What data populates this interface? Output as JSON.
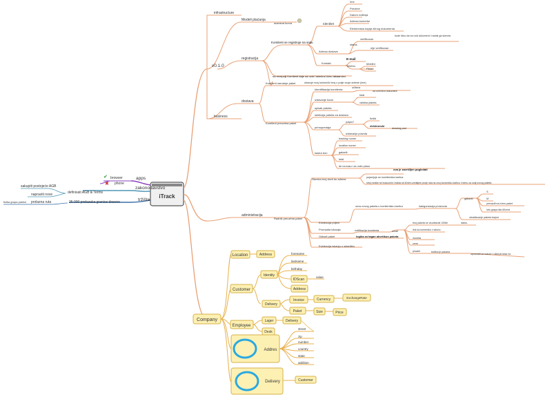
{
  "central": "iTrack",
  "left": {
    "apps": {
      "label": "apps",
      "browser": "browser",
      "phone": "phone"
    },
    "law": {
      "label": "zakonodavstvo",
      "agb": "definisati AGB & Terms",
      "sakupiti": "sakupiti postojeće AGB",
      "napraviti": "napraviti nove"
    },
    "market": {
      "label": "tržište",
      "pkg": "25.000 prelazaka granice dnevno",
      "pro": "prolazna ruta",
      "ppl": "fizika grupa putnici"
    }
  },
  "v010": {
    "label": "v0.1.0",
    "infrastructure": "infrastructure",
    "modeli": "Modeli plaćanja",
    "avansna": "avansna kurva",
    "registracija": {
      "label": "registracija",
      "komitent": "Komitent se registruje na sajtu",
      "recepcija": "na recepciji Komitent daje na uvid i skenira Ličnu takaamivu",
      "identitet": "Identitet",
      "id_items": [
        "Ime",
        "Prezime",
        "Datum rođenja",
        "Adresa komerke",
        "Elektronska kopija ličnog dokumenta"
      ],
      "status": "status",
      "verifikovan": "verifikovan",
      "verif_note": "bude lično da na uvid dokument i radnik ga skenira",
      "nije": "nije verifikovan",
      "adresa_dostave": "Adresa dostave",
      "kontakt": "Kontakt",
      "email": "E-mail",
      "telefon": "Telefon",
      "mobilni": "Mobilni",
      "fiksni": "Fiksni"
    },
    "business": {
      "label": "business",
      "dostava": "dostava",
      "naruje": "Komitent naruduje paket",
      "ubacuje": "ubacuje svoj korisnički broj u polje svoje adrese (ime)",
      "preuzima": "Komitent preuzima paket",
      "identifikacija": "Identifikacija komitenta",
      "izdavanje": "izdavanje",
      "ucitava": "učitava",
      "ucitava_note": "na uvid lični dokument",
      "izdavanje_koda": "izdavanje koda",
      "total": "total",
      "validna": "validna paketa",
      "spisak": "spisak paketa",
      "selekcija": "selekcija paketa za dostavu",
      "primopredaja": "primopredaja",
      "potpis": "potpis?",
      "fizicki": "fizički",
      "elektronski": "elektronski",
      "drawing": "drawing pad",
      "odrana": "izdravanje potvrda",
      "kasa": "kasira bon",
      "kasa_items": [
        "tracking numer",
        "location numer",
        "gabariti",
        "total",
        "de na kasu i za onlin plaća"
      ],
      "zaviti": "ova je završiljen pogledati"
    },
    "admin": {
      "label": "administracija",
      "radnik": "Radnik preuzima paket",
      "skenira": "Skenira broj dovil do adrese",
      "pojavljuje": "pojavljuje se komitenška kartica",
      "pretraga": "stroj moške se busuomin i baida se ličnim uređajem proje oka na ovoj koncedicu karticu i hemu za ovaj novog paketa",
      "evidencija": "Evidencija prijem",
      "unos": "unos novog paketa u komitentsku karticu",
      "kategorizacija": "kategorizacija proizvoda",
      "gabariti": "gabariti",
      "sub": [
        "S",
        "M",
        "prevaziti na ivirno paket",
        "lofo grapa ikls 60cent",
        "obrađavanje paketa tvojom"
      ],
      "promedba": "Promadia lokacija",
      "notifikacija": "notifikacija komitenta",
      "email": "email",
      "email_items": [
        "broj paketa se vicuilnkrati 100lle",
        "link ka komentku i računu",
        "moneta",
        "cene",
        "prsaldi"
      ],
      "datos": "datos.",
      "popup": "butikoi je pasana",
      "popup_note": "upovrediti se kasunt i i dikti pit kasa na",
      "odlazak": "Odlazit paket",
      "logika": "logika za tagan abvrtikus paketa",
      "evid_isk": "Evidencija iskanju u skladištu"
    }
  },
  "company": {
    "label": "Company",
    "location": "Location",
    "address": "Address",
    "customer": "Customer",
    "cust_fields": [
      "forename",
      "lastname",
      "birthday"
    ],
    "identity": "Identity",
    "idscan": "IDScan",
    "value": "value",
    "address2": "Address",
    "delivery": "Delivery",
    "invoice": "Invoice",
    "currency": "Currency",
    "exchange": "ExchangeRate",
    "paket": "Paket",
    "size": "Size",
    "price": "Price",
    "employee": "Employee",
    "lager": "Lager",
    "delivery2": "Delivery",
    "desk": "Desk",
    "addr_block": "Addres",
    "addr_fields": [
      "street",
      "zip",
      "number",
      "country",
      "state",
      "addition"
    ],
    "deliv_block": "Delivery",
    "customer2": "Customer"
  },
  "colors": {
    "branch": "#e8a074",
    "node_fill": "#fdf0b3",
    "node_stroke": "#d6b24a",
    "circle": "#29a9e0",
    "apps": "#8a3fbf",
    "law": "#4d96b5",
    "market": "#3a6fa8"
  }
}
